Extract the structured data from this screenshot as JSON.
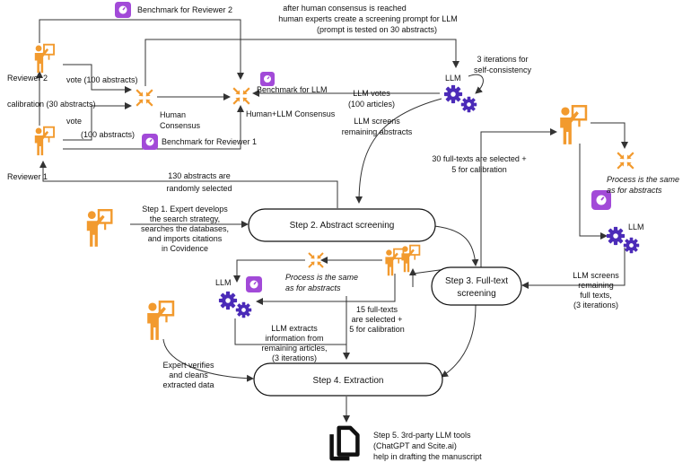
{
  "colors": {
    "human": "#f29a2e",
    "llm": "#4b2bb8",
    "benchmark": "#a24ad8",
    "ink": "#111111"
  },
  "icons": {
    "expert": "person-presenting-icon",
    "consensus": "arrows-converge-icon",
    "llm": "gears-icon",
    "benchmark": "weight-scale-icon",
    "documents": "copy-documents-icon"
  },
  "steps": {
    "step2": "Step 2. Abstract screening",
    "step3": [
      "Step 3. Full-text",
      "screening"
    ],
    "step4": "Step 4. Extraction"
  },
  "labels": {
    "benchmark_r2": "Benchmark for Reviewer 2",
    "benchmark_r1": "Benchmark for Reviewer 1",
    "benchmark_llm": "Benchmark for LLM",
    "reviewer2": "Reviewer 2",
    "reviewer1": "Reviewer 1",
    "vote_top": "vote (100 abstracts)",
    "vote_bottom": "vote",
    "vote_bottom_count": "(100 abstracts)",
    "calibration": "calibration (30 abstracts)",
    "human_consensus": [
      "Human",
      "Consensus"
    ],
    "human_llm_consensus": "Human+LLM Consensus",
    "prompt_note": [
      "after human consensus is reached",
      "human experts create a screening prompt for LLM",
      "(prompt is tested on 30 abstracts)"
    ],
    "llm": "LLM",
    "iterations": [
      "3 iterations for",
      "self-consistency"
    ],
    "llm_votes": [
      "LLM votes",
      "(100 articles)"
    ],
    "llm_screens_abstracts": [
      "LLM screens",
      "remaining abstracts"
    ],
    "random_select": [
      "130 abstracts are",
      "randomly selected"
    ],
    "step1": [
      "Step 1. Expert develops",
      "the search strategy,",
      "searches the databases,",
      "and imports citations",
      "in Covidence"
    ],
    "fulltext_select": [
      "30 full-texts are selected +",
      "5 for calibration"
    ],
    "process_same": [
      "Process is the same",
      "as for abstracts"
    ],
    "llm_screens_fulltext": [
      "LLM screens",
      "remaining",
      "full texts,",
      "(3 iterations)"
    ],
    "extraction_select": [
      "15 full-texts",
      "are selected +",
      "5 for calibration"
    ],
    "llm_extracts": [
      "LLM extracts",
      "information from",
      "remaining articles,",
      "(3 iterations)"
    ],
    "expert_verifies": [
      "Expert verifies",
      "and cleans",
      "extracted data"
    ],
    "step5": [
      "Step 5. 3rd-party LLM tools",
      "(ChatGPT and Scite.ai)",
      "help in drafting the manuscript"
    ]
  }
}
